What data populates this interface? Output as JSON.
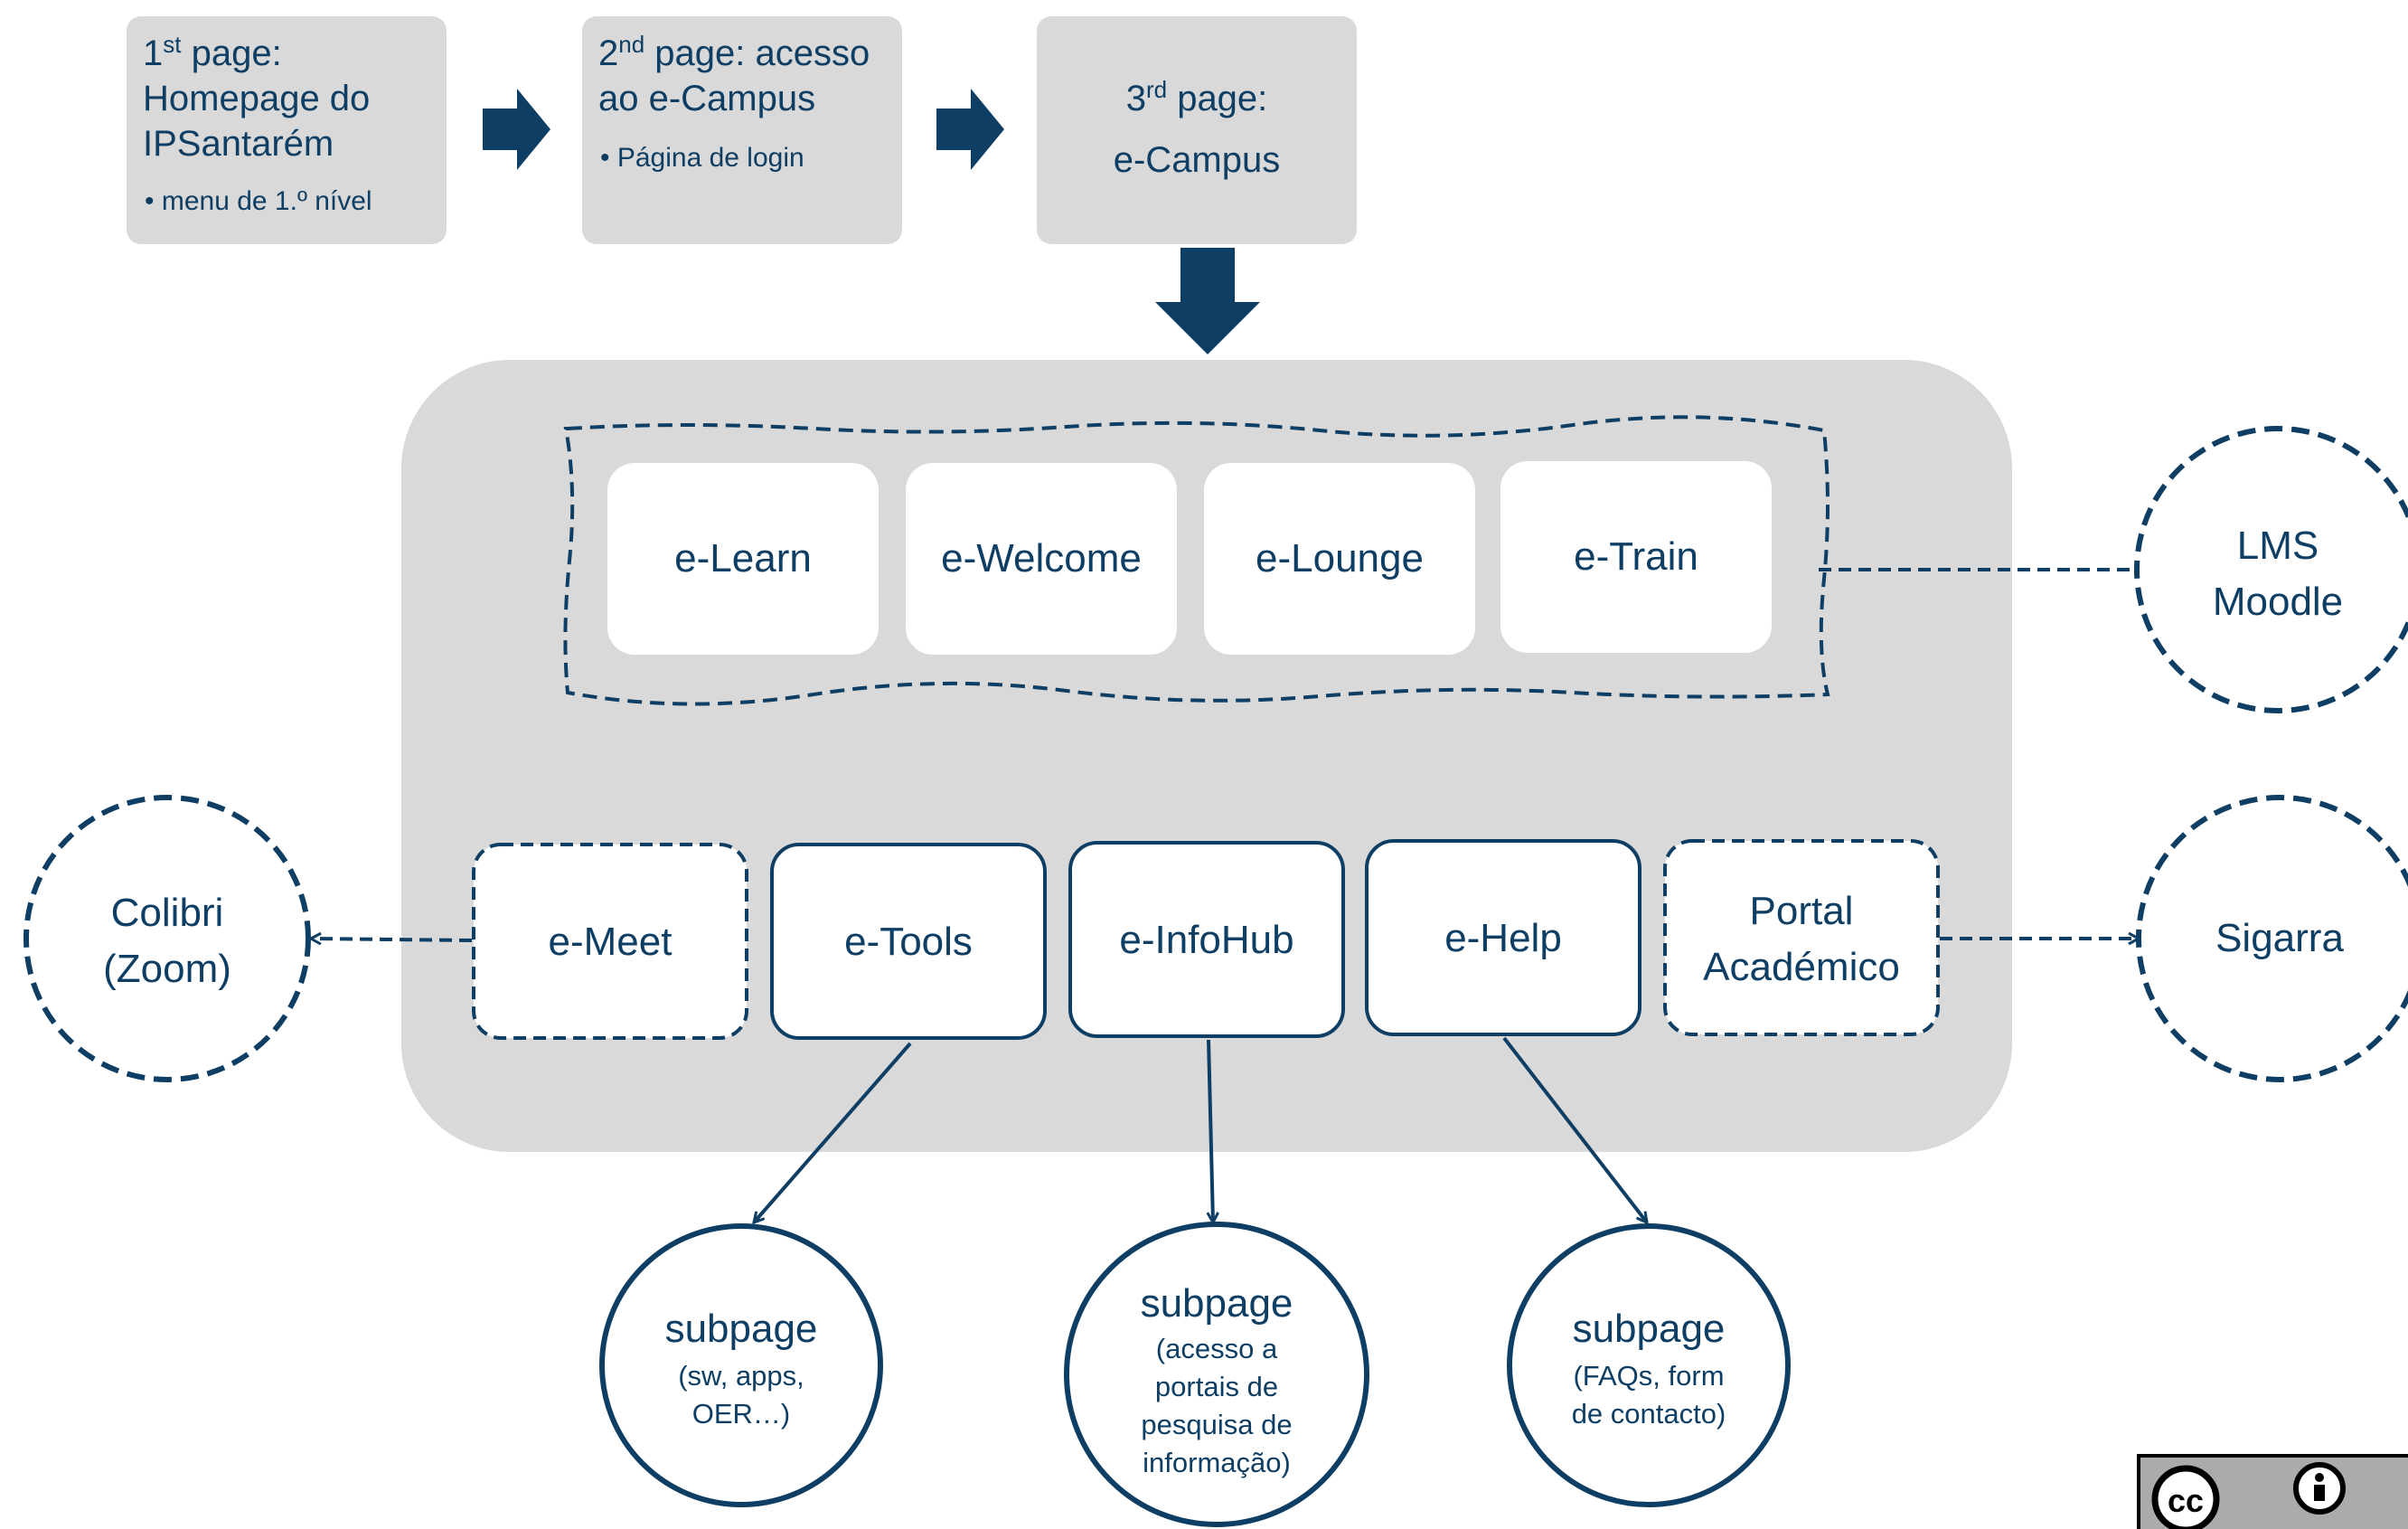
{
  "top_flow": {
    "page1": {
      "num": "1",
      "sup": "st",
      "title_rest": " page:",
      "line2": "Homepage do",
      "line3": "IPSantarém",
      "bullet": "• menu de 1.º nível"
    },
    "page2": {
      "num": "2",
      "sup": "nd",
      "title_rest": " page: acesso",
      "line2": "ao e-Campus",
      "bullet": "• Página de login"
    },
    "page3": {
      "num": "3",
      "sup": "rd",
      "title_rest": " page:",
      "line2": "e-Campus"
    }
  },
  "lms_group": {
    "items": [
      "e-Learn",
      "e-Welcome",
      "e-Lounge",
      "e-Train"
    ]
  },
  "services": {
    "meet": "e-Meet",
    "tools": "e-Tools",
    "infohub": "e-InfoHub",
    "help": "e-Help",
    "portal": {
      "line1": "Portal",
      "line2": "Académico"
    }
  },
  "external": {
    "lms": {
      "line1": "LMS",
      "line2": "Moodle"
    },
    "colibri": {
      "line1": "Colibri",
      "line2": "(Zoom)"
    },
    "sigarra": {
      "line1": "Sigarra"
    }
  },
  "subpages": {
    "tools": {
      "title": "subpage",
      "lines": [
        "(sw, apps,",
        "OER…)"
      ]
    },
    "infohub": {
      "title": "subpage",
      "lines": [
        "(acesso a",
        "portais de",
        "pesquisa de",
        "informação)"
      ]
    },
    "help": {
      "title": "subpage",
      "lines": [
        "(FAQs, form",
        "de contacto)"
      ]
    }
  },
  "license": {
    "cc": "cc"
  },
  "colors": {
    "navy": "#0e3e63",
    "box_gray": "#d9d9d9",
    "panel_gray": "#d9d9d9",
    "white": "#ffffff"
  }
}
